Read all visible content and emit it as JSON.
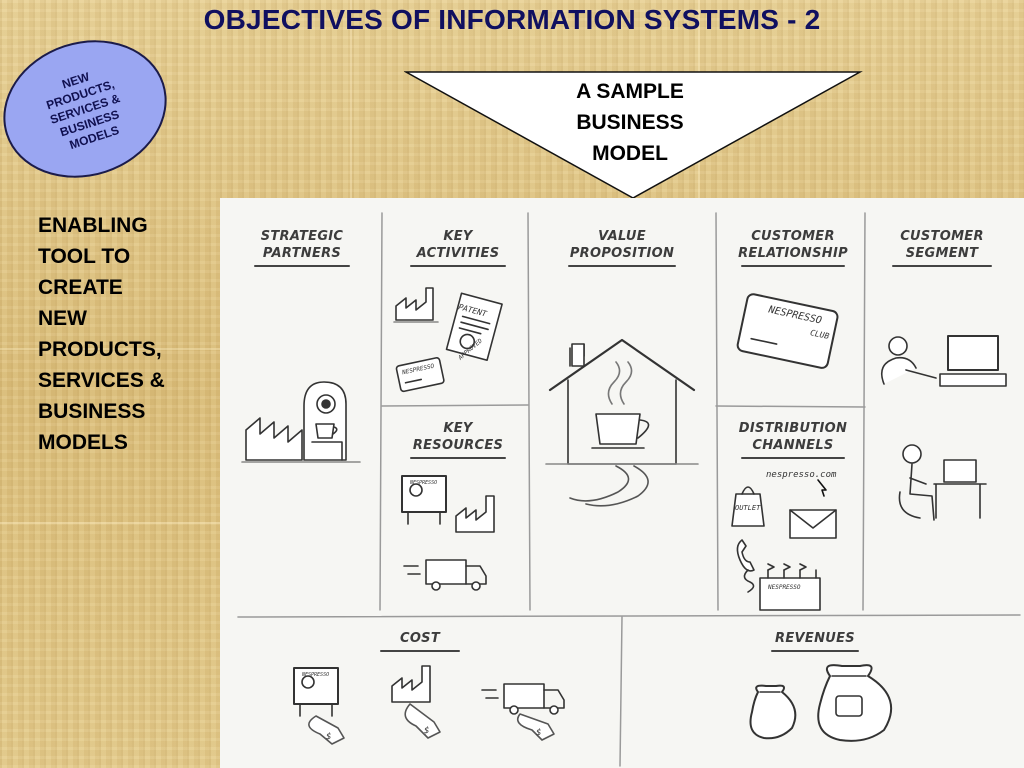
{
  "title": "OBJECTIVES OF INFORMATION SYSTEMS - 2",
  "badge": {
    "text": "NEW\nPRODUCTS,\nSERVICES &\nBUSINESS\nMODELS"
  },
  "callout": {
    "text": "A SAMPLE\nBUSINESS\nMODEL"
  },
  "side_text": "ENABLING\nTOOL TO\nCREATE\nNEW\nPRODUCTS,\nSERVICES &\nBUSINESS\nMODELS",
  "canvas": {
    "cells": {
      "strategic_partners": "STRATEGIC\nPARTNERS",
      "key_activities": "KEY\nACTIVITIES",
      "value_proposition": "VALUE\nPROPOSITION",
      "customer_relationship": "CUSTOMER\nRELATIONSHIP",
      "customer_segment": "CUSTOMER\nSEGMENT",
      "key_resources": "KEY\nRESOURCES",
      "distribution_channels": "DISTRIBUTION\nCHANNELS",
      "cost": "COST",
      "revenues": "REVENUES"
    },
    "sketch_text": {
      "patent": "PATENT",
      "approved": "APPROVED",
      "brand": "NESPRESSO",
      "club": "CLUB",
      "website": "nespresso.com",
      "outlet": "OUTLET",
      "price": "$"
    }
  },
  "colors": {
    "title": "#101060",
    "badge_fill": "#9aa6f2",
    "sketch_line": "#333333"
  }
}
